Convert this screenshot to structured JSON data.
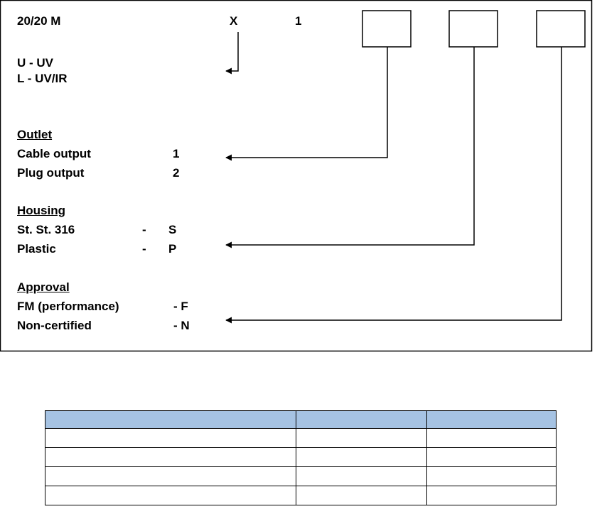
{
  "model": {
    "base": "20/20 M",
    "x_slot": "X",
    "fixed_digit": "1",
    "code_boxes": [
      "",
      "",
      ""
    ]
  },
  "sensor": {
    "options": [
      "U - UV",
      "L - UV/IR"
    ]
  },
  "outlet": {
    "title": "Outlet",
    "options": [
      {
        "label": "Cable output",
        "code": "1"
      },
      {
        "label": "Plug output",
        "code": "2"
      }
    ]
  },
  "housing": {
    "title": "Housing",
    "options": [
      {
        "label": "St. St. 316",
        "dash": "-",
        "code": "S"
      },
      {
        "label": "Plastic",
        "dash": "-",
        "code": "P"
      }
    ]
  },
  "approval": {
    "title": "Approval",
    "options": [
      {
        "label": "FM  (performance)",
        "code": "- F"
      },
      {
        "label": "Non-certified",
        "code": "- N"
      }
    ]
  },
  "table": {
    "header_color": "#a6c3e3",
    "rows": [
      [
        "",
        "",
        ""
      ],
      [
        "",
        "",
        ""
      ],
      [
        "",
        "",
        ""
      ],
      [
        "",
        "",
        ""
      ],
      [
        "",
        "",
        ""
      ]
    ]
  }
}
